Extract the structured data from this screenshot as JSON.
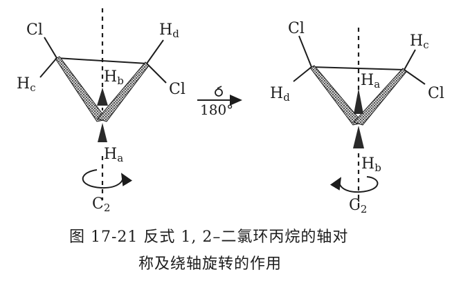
{
  "left_molecule": {
    "cl_top_left": "Cl",
    "h_top_right": "H",
    "h_top_right_sub": "d",
    "h_left": "H",
    "h_left_sub": "c",
    "h_center": "H",
    "h_center_sub": "b",
    "cl_right": "Cl",
    "h_bottom": "H",
    "h_bottom_sub": "a",
    "axis_label": "C",
    "axis_label_sub": "2"
  },
  "rotation": {
    "angle_label": "180°"
  },
  "right_molecule": {
    "cl_top_left": "Cl",
    "h_top_right": "H",
    "h_top_right_sub": "c",
    "h_left": "H",
    "h_left_sub": "d",
    "h_center": "H",
    "h_center_sub": "a",
    "cl_right": "Cl",
    "h_bottom": "H",
    "h_bottom_sub": "b",
    "axis_label": "C",
    "axis_label_sub": "2"
  },
  "caption": {
    "line1": "图 17-21   反式 1, 2–二氯环丙烷的轴对",
    "line2": "称及绕轴旋转的作用"
  }
}
